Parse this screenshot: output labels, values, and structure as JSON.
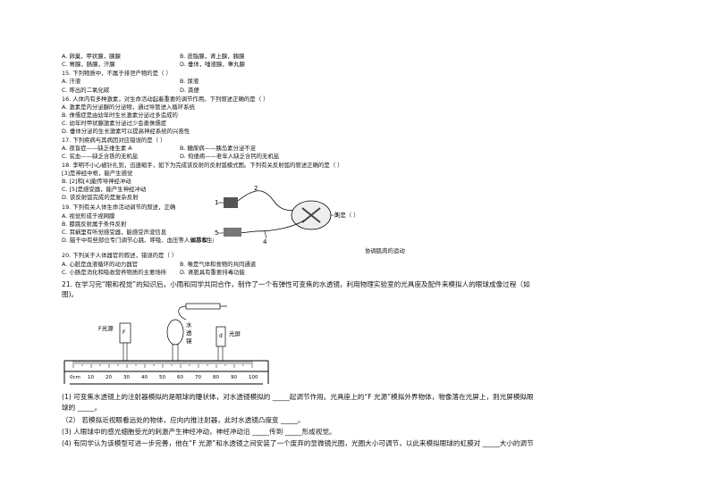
{
  "q14": {
    "A": "A. 卵巢，甲状腺，胰腺",
    "B": "B. 皮脂腺，肾上腺，胰腺",
    "C": "C. 胃腺，肠腺，汗腺",
    "D": "D. 垂体，唾液腺，睾丸腺"
  },
  "q15": {
    "stem": "15. 下列物质中，不属于排泄产物的是（      ）",
    "A": "A. 汗液",
    "B": "B. 尿液",
    "C": "C. 呼出的二氧化碳",
    "D": "D. 粪便"
  },
  "q16": {
    "stem": "16. 人体内有多种激素，对生命活动起着重要的调节作用。下列叙述正确的是（      ）",
    "A": "A. 激素是内分泌腺的分泌物，通过导管进入循环系统",
    "B": "B. 侏儒症是由幼年时生长激素分泌过多造成的",
    "C": "C. 幼年时甲状腺激素分泌过少会患侏儒症",
    "D": "D. 垂体分泌的生长激素可以提高神经系统的兴奋性"
  },
  "q17": {
    "stem": "17. 下列疾病与其病因对应错误的是（      ）",
    "A": "A. 夜盲症——缺乏维生素 A",
    "B": "B. 糖尿病——胰岛素分泌不足",
    "C": "C. 贫血——缺乏含铁的无机盐",
    "D": "D. 佝偻病——老年人缺乏含钙的无机盐"
  },
  "q18": {
    "stem": "18. 李明不小心被针扎到，迅速缩手，如下为完成该反射的反射弧模式图。下列有关反射弧的叙述正确的是（      ）",
    "items": [
      "[3]是神经中枢，能产生感觉",
      "B. [2]和[4]能传导神经冲动",
      "C. [5]是感受器，能产生神经冲动",
      "D. 该反射弧完成的是复杂反射"
    ]
  },
  "q19": {
    "stem": "19. 下列有关人体生命活动调节的叙述，正确",
    "stem_end": "的是（      ）",
    "items": [
      "A. 视觉形成于视网膜",
      "B. 膝跳反射属于条件反射",
      "C. 耳蜗里有听觉感受器，能感受声波信息",
      "D. 脑干中有些部位专门调节心跳、呼吸、血压等人体基本生命活动"
    ],
    "D_mid": "调节和",
    "D_end": "协调肌肉的运动"
  },
  "q20": {
    "stem": "20. 下列关于人体器官的叙述，错误的是（      ）",
    "A": "A. 心脏是血液循环的动力器官",
    "B": "B. 喉是气体和食物的共同通道",
    "C": "C. 小肠是消化和吸收营养物质的主要场所",
    "D": "D. 肾脏具有重要排毒功能"
  },
  "q21": {
    "stem1": "21. 在学习完“眼和视觉”的知识后，小雨和同学共同合作，制作了一个有弹性可变焦的水透镜，利用物理实验室的光具座及配件来模拟人的眼球成像过程（如",
    "stem2": "图)。",
    "p1a": "(1) 可变焦水透镜上的注射器模拟的是眼球的睫状体，对水透镜模拟的 _____起调节作用。光具座上的“F 光源”模拟外界物体，物像落在光屏上，则光屏模拟眼",
    "p1b": "球的 _____。",
    "p2": "（2） 若模拟近视眼看远处的物体，应向内推注射器，此时水透镜凸度变 _____。",
    "p3": "(3) 人眼球中的感光细胞受光的刺激产生神经冲动，神经冲动沿 _____传到 _____形成视觉。",
    "p4": "(4) 有同学认为该模型可进一步完善，他在“F 光源”和水透镜之间安装了一个废弃的显微镜光圈，光圈大小可调节，以此来模拟眼球的虹膜对 _____大小的调节"
  },
  "figure_reflex": {
    "labels": [
      "1",
      "2",
      "3",
      "4",
      "5"
    ]
  },
  "figure_bench": {
    "labels": [
      "F光源",
      "F",
      "水",
      "透",
      "镜",
      "d",
      "光屏"
    ],
    "ticks": [
      "0cm",
      "10",
      "20",
      "30",
      "40",
      "50",
      "60",
      "70",
      "80",
      "90",
      "100"
    ]
  }
}
